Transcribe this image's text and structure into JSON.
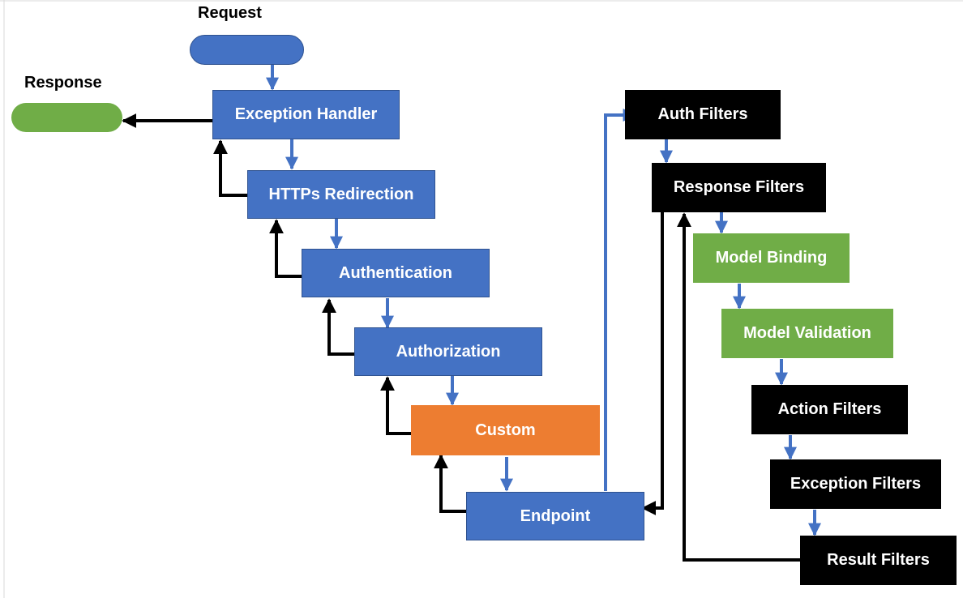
{
  "diagram": {
    "request_label": "Request",
    "response_label": "Response",
    "pipeline": {
      "exception_handler": "Exception Handler",
      "https_redirection": "HTTPs Redirection",
      "authentication": "Authentication",
      "authorization": "Authorization",
      "custom": "Custom",
      "endpoint": "Endpoint"
    },
    "filters": {
      "auth_filters": "Auth Filters",
      "response_filters": "Response Filters",
      "model_binding": "Model Binding",
      "model_validation": "Model Validation",
      "action_filters": "Action Filters",
      "exception_filters": "Exception Filters",
      "result_filters": "Result Filters"
    }
  },
  "colors": {
    "middleware_blue": "#4472C4",
    "custom_orange": "#ED7D31",
    "binding_green": "#70AD47",
    "filter_black": "#000000",
    "request_arrow": "#4472C4",
    "response_arrow": "#000000"
  }
}
